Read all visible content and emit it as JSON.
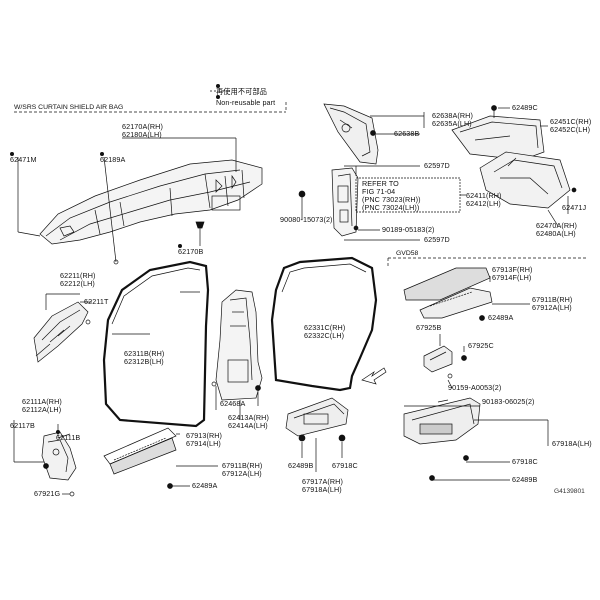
{
  "legend": {
    "jp_text": "再使用不可部品",
    "en_text": "Non-reusable part"
  },
  "section_titles": {
    "curtain": "W/SRS CURTAIN SHIELD AIR BAG",
    "variant": "GVD58"
  },
  "refer": {
    "line1": "REFER TO",
    "line2": "FIG 71-04",
    "line3": "(PNC 73023(RH))",
    "line4": "(PNC 73024(LH))"
  },
  "parts": {
    "p62170": {
      "a": "62170A(RH)",
      "b": "62180A(LH)"
    },
    "p62471": "62471M",
    "p62189": "62189A",
    "p62170b": "62170B",
    "p62638": {
      "a": "62638A(RH)",
      "b": "62635A(LH)"
    },
    "p62638b": "62638B",
    "p62489c": "62489C",
    "p62451": {
      "a": "62451C(RH)",
      "b": "62452C(LH)"
    },
    "p62597a": "62597D",
    "p90080": "90080-15073(2)",
    "p62411": {
      "a": "62411(RH)",
      "b": "62412(LH)"
    },
    "p90189": "90189-05183(2)",
    "p62597b": "62597D",
    "p62471b": "62471J",
    "p62470": {
      "a": "62470A(RH)",
      "b": "62480A(LH)"
    },
    "p62211": {
      "a": "62211(RH)",
      "b": "62212(LH)"
    },
    "p62211t": "62211T",
    "p62311": {
      "a": "62311B(RH)",
      "b": "62312B(LH)"
    },
    "p62331": {
      "a": "62331C(RH)",
      "b": "62332C(LH)"
    },
    "p62111": {
      "a": "62111A(RH)",
      "b": "62112A(LH)"
    },
    "p62117": "62117B",
    "p62111b": "62111B",
    "p62468": "62468A",
    "p62413": {
      "a": "62413A(RH)",
      "b": "62414A(LH)"
    },
    "p67913a": {
      "a": "67913(RH)",
      "b": "67914(LH)"
    },
    "p67911a": {
      "a": "67911B(RH)",
      "b": "67912A(LH)"
    },
    "p62489a1": "62489A",
    "p67921": "67921G",
    "p67913b": {
      "a": "67913F(RH)",
      "b": "67914F(LH)"
    },
    "p67911b": {
      "a": "67911B(RH)",
      "b": "67912A(LH)"
    },
    "p62489a2": "62489A",
    "p67925b": "67925B",
    "p67925c": "67925C",
    "p90159": "90159-A0053(2)",
    "p90183": "90183-06025(2)",
    "p67918a": "67918A(LH)",
    "p67918c1": "67918C",
    "p62489b1": "62489B",
    "p67917": {
      "a": "67917A(RH)",
      "b": "67918A(LH)"
    },
    "p67918c2": "67918C",
    "p62489b2": "62489B"
  },
  "figure_code": "G4139801"
}
